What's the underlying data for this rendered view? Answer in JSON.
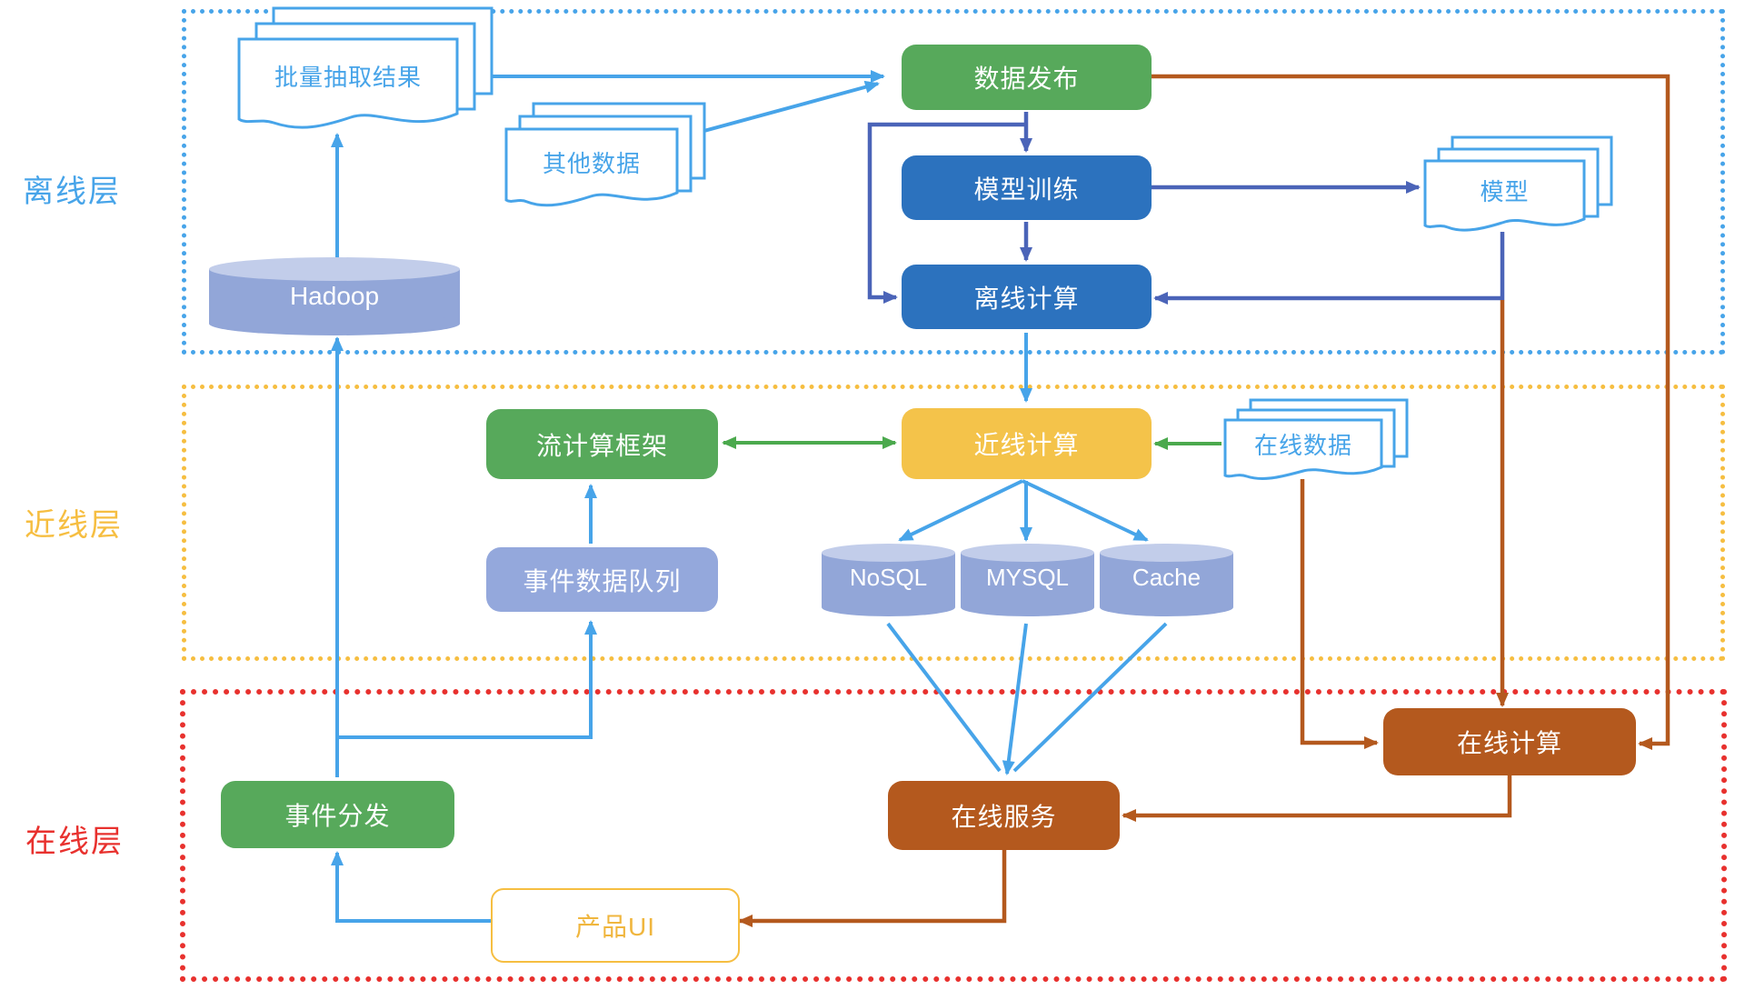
{
  "layers": {
    "offline": {
      "label": "离线层",
      "color": "#47A4E9"
    },
    "nearline": {
      "label": "近线层",
      "color": "#F6BE41"
    },
    "online": {
      "label": "在线层",
      "color": "#E8312E"
    }
  },
  "nodes": {
    "batch_extract": {
      "label": "批量抽取结果",
      "type": "document"
    },
    "other_data": {
      "label": "其他数据",
      "type": "document"
    },
    "data_publish": {
      "label": "数据发布",
      "type": "process"
    },
    "model_training": {
      "label": "模型训练",
      "type": "process"
    },
    "offline_compute": {
      "label": "离线计算",
      "type": "process"
    },
    "model": {
      "label": "模型",
      "type": "document"
    },
    "hadoop": {
      "label": "Hadoop",
      "type": "storage"
    },
    "stream_framework": {
      "label": "流计算框架",
      "type": "process"
    },
    "nearline_compute": {
      "label": "近线计算",
      "type": "process"
    },
    "online_data": {
      "label": "在线数据",
      "type": "document"
    },
    "event_queue": {
      "label": "事件数据队列",
      "type": "queue"
    },
    "nosql": {
      "label": "NoSQL",
      "type": "storage"
    },
    "mysql": {
      "label": "MYSQL",
      "type": "storage"
    },
    "cache": {
      "label": "Cache",
      "type": "storage"
    },
    "online_compute": {
      "label": "在线计算",
      "type": "process"
    },
    "event_dispatch": {
      "label": "事件分发",
      "type": "process"
    },
    "online_service": {
      "label": "在线服务",
      "type": "process"
    },
    "product_ui": {
      "label": "产品UI",
      "type": "ui"
    }
  },
  "colors": {
    "light_blue": "#47A4E9",
    "dark_blue_box": "#2C72BE",
    "dark_blue_arrow": "#4B64B8",
    "green_box": "#57A95B",
    "green_arrow": "#4BA94D",
    "yellow_box": "#F4C34A",
    "yellow_accent": "#F6BE41",
    "red_accent": "#E8312E",
    "brown": "#B4591E",
    "storage_body": "#92A6D8",
    "storage_top": "#C2CDEA"
  }
}
